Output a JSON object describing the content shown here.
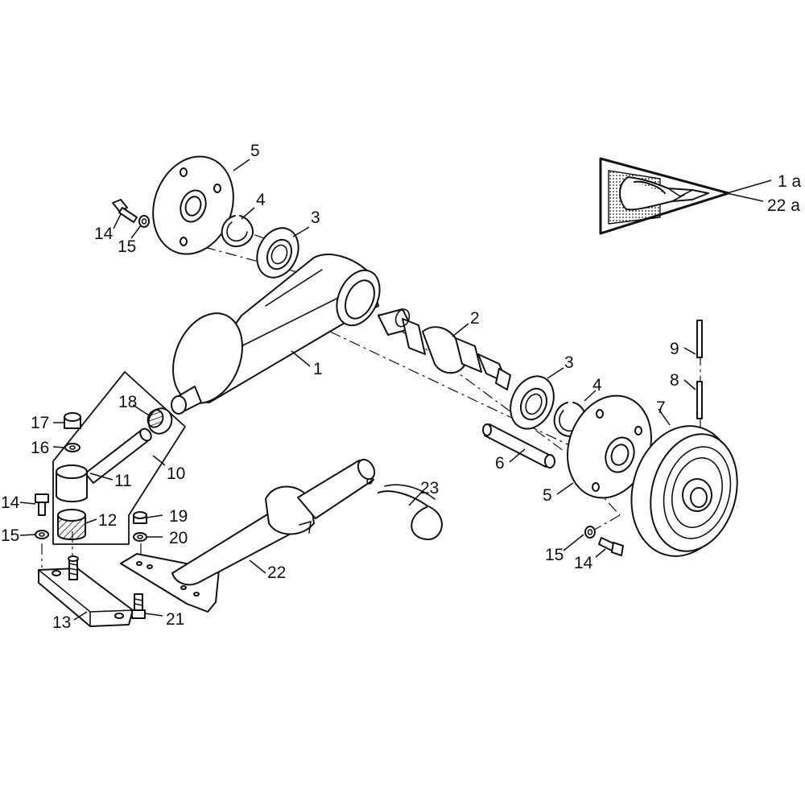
{
  "diagram": {
    "callouts": {
      "c1": "1",
      "c2": "2",
      "c3_upper": "3",
      "c3_lower": "3",
      "c4_upper": "4",
      "c4_lower": "4",
      "c5_upper": "5",
      "c5_lower": "5",
      "c6": "6",
      "c7": "7",
      "c8": "8",
      "c9": "9",
      "c10": "10",
      "c11": "11",
      "c12": "12",
      "c13": "13",
      "c14_top": "14",
      "c14_left": "14",
      "c14_right": "14",
      "c15_top": "15",
      "c15_left": "15",
      "c15_right": "15",
      "c16": "16",
      "c17": "17",
      "c18": "18",
      "c19": "19",
      "c20": "20",
      "c21": "21",
      "c22": "22",
      "c23": "23"
    },
    "pennant_refs": {
      "ref_1a": "1 a",
      "ref_22a": "22 a"
    }
  }
}
